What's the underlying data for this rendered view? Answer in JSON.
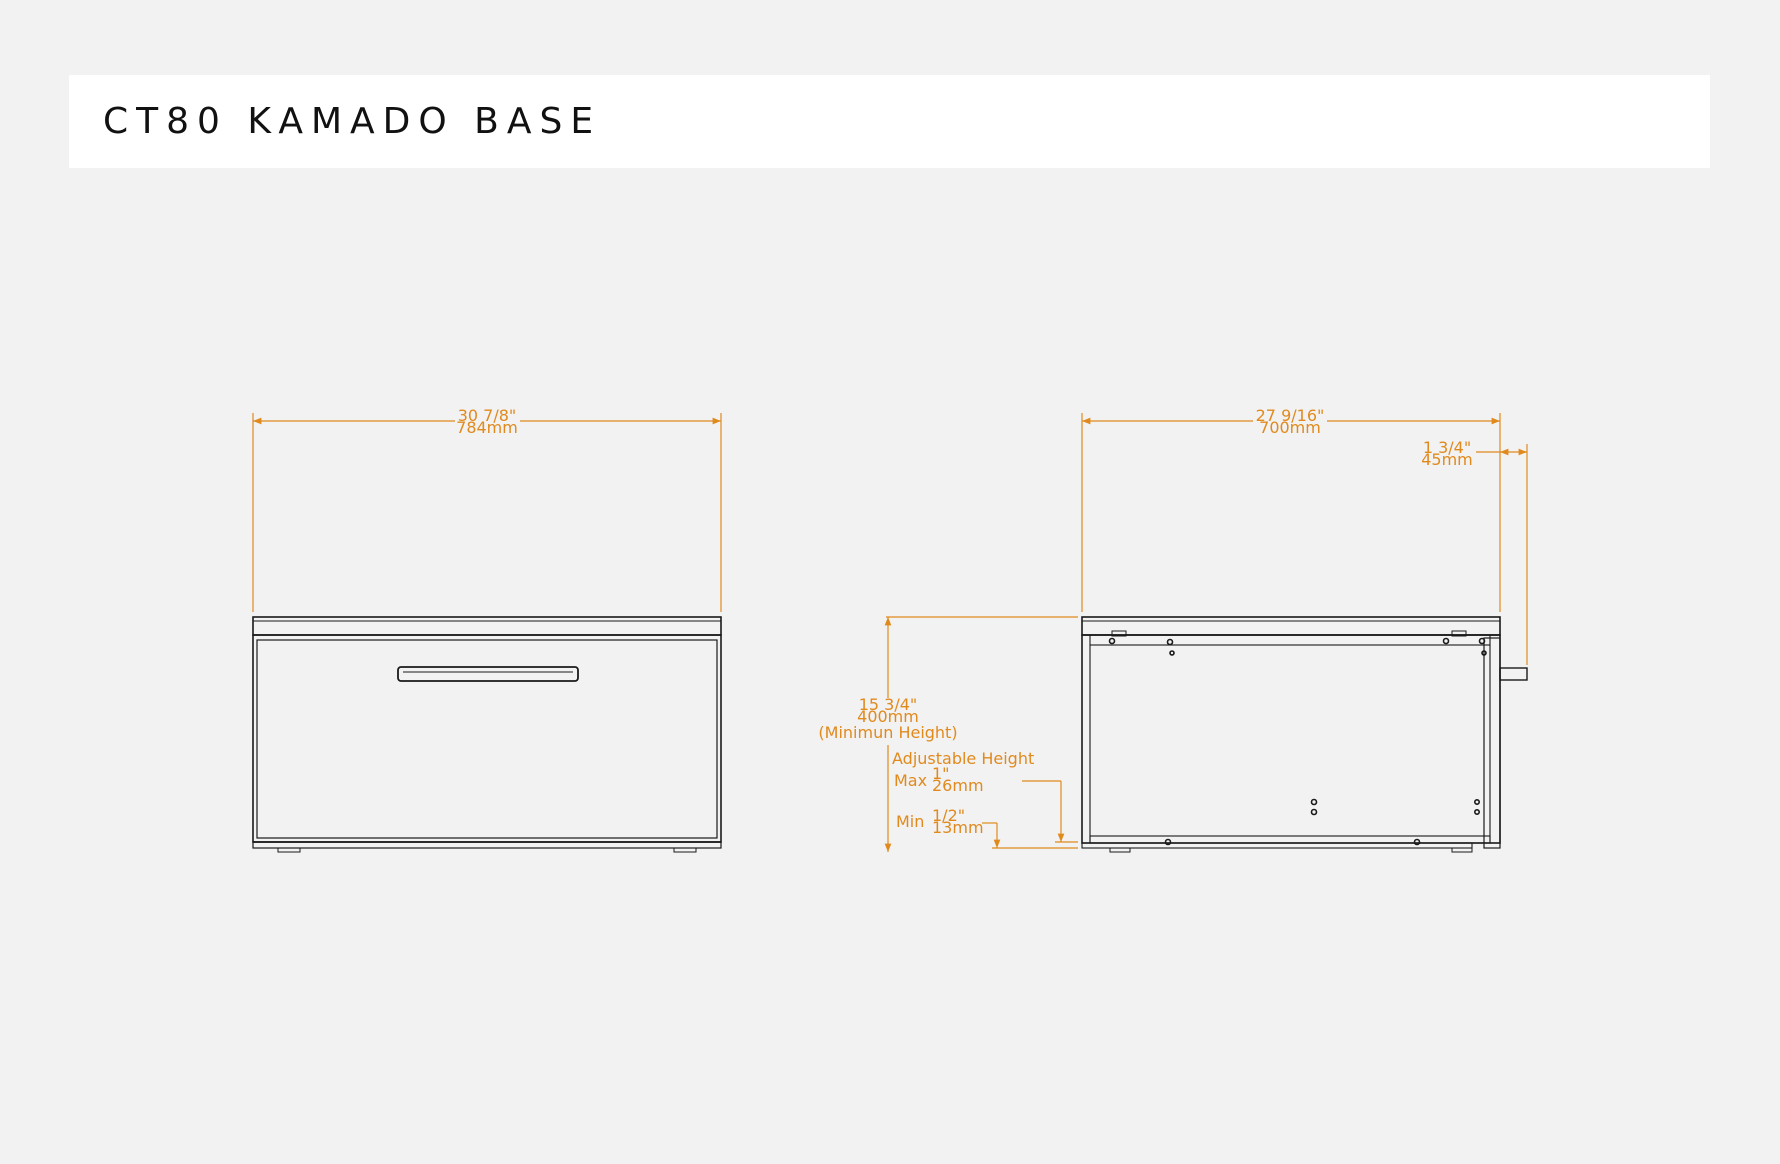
{
  "header": {
    "title": "CT80 KAMADO BASE"
  },
  "colors": {
    "dimension": "#e08a1e",
    "line": "#1a1a1a",
    "background": "#f2f2f2",
    "panel": "#ffffff"
  },
  "front_view": {
    "width_in": "30 7/8\"",
    "width_mm": "784mm"
  },
  "side_view": {
    "depth_in": "27 9/16\"",
    "depth_mm": "700mm",
    "handle_in": "1 3/4\"",
    "handle_mm": "45mm",
    "height_in": "15 3/4\"",
    "height_mm": "400mm",
    "height_note": "(Minimun Height)",
    "adjustable_label": "Adjustable Height",
    "max_label": "Max",
    "max_in": "1\"",
    "max_mm": "26mm",
    "min_label": "Min",
    "min_in": "1/2\"",
    "min_mm": "13mm"
  }
}
